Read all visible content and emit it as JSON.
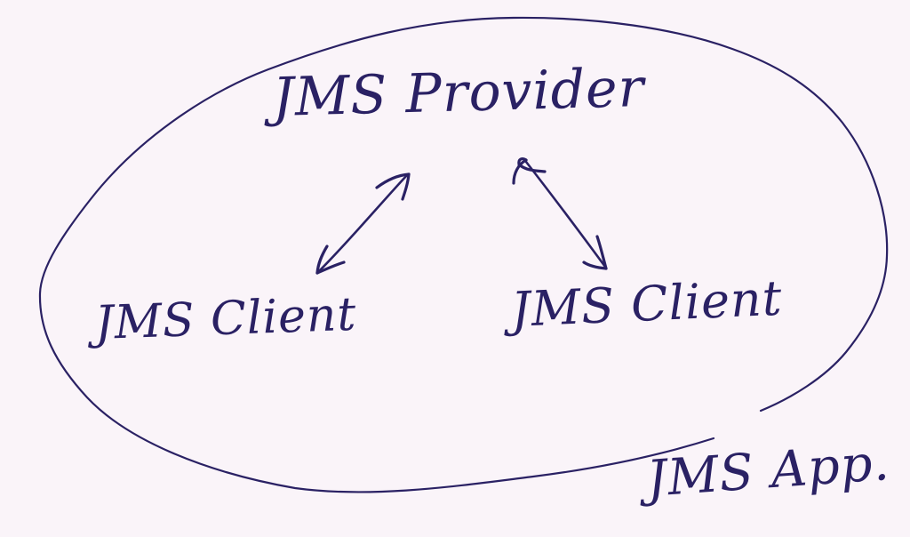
{
  "diagram": {
    "type": "hand-drawn-architecture-sketch",
    "boundary": {
      "shape": "ellipse",
      "label": "JMS App."
    },
    "nodes": {
      "provider": {
        "label": "JMS Provider"
      },
      "client_left": {
        "label": "JMS Client"
      },
      "client_right": {
        "label": "JMS Client"
      }
    },
    "edges": [
      {
        "from": "provider",
        "to": "client_left",
        "style": "double-headed-arrow"
      },
      {
        "from": "provider",
        "to": "client_right",
        "style": "double-headed-arrow"
      }
    ]
  },
  "colors": {
    "ink": "#2a2164",
    "background": "#faf4f9"
  }
}
